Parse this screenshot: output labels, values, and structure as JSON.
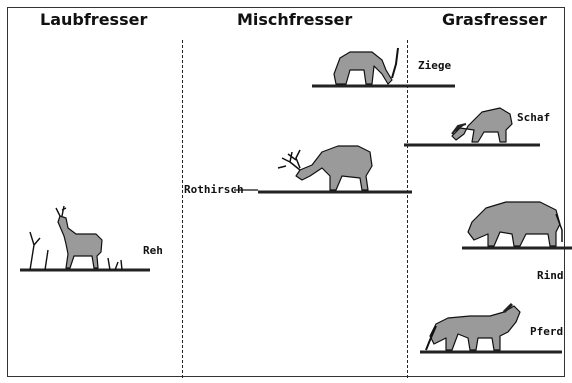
{
  "categories": {
    "browsers": "Laubfresser",
    "mixed": "Mischfresser",
    "grazers": "Grasfresser"
  },
  "animals": {
    "roe_deer": "Reh",
    "red_deer": "Rothirsch",
    "goat": "Ziege",
    "sheep": "Schaf",
    "cattle": "Rind",
    "horse": "Pferd"
  },
  "colors": {
    "animal_fill": "#9a9a9a",
    "ground": "#222222",
    "line": "#111111"
  }
}
